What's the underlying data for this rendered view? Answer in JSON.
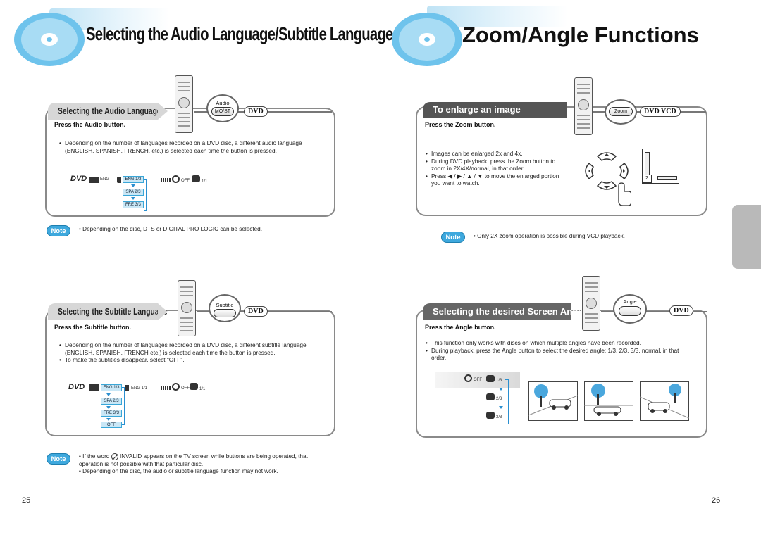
{
  "left_page": {
    "title": "Selecting the Audio Language/Subtitle Language",
    "page_number": "25",
    "audio_section": {
      "tab_label": "Selecting the Audio Language",
      "button_caption": "Audio",
      "button_label": "MO/ST",
      "disc_badge": "DVD",
      "instruction": "Press the Audio button.",
      "bullets": [
        "Depending on the number of languages recorded on a DVD disc, a different audio language (ENGLISH, SPANISH, FRENCH, etc.) is selected each time the button is pressed."
      ],
      "osd": {
        "lang_prefix": "ENG",
        "options": [
          "ENG 1/3",
          "SPA 2/3",
          "FRE 3/3"
        ],
        "subtitle_status": "OFF",
        "angle_status": "1/1"
      },
      "note": "Depending on the disc, DTS or DIGITAL PRO LOGIC can be selected."
    },
    "subtitle_section": {
      "tab_label": "Selecting the Subtitle Language",
      "button_caption": "Subtitle",
      "disc_badge": "DVD",
      "instruction": "Press the Subtitle button.",
      "bullets": [
        "Depending on the number of languages recorded on a DVD disc, a different subtitle language (ENGLISH, SPANISH, FRENCH etc.) is selected each time the button is pressed.",
        "To make the subtitles disappear, select \"OFF\"."
      ],
      "osd": {
        "options": [
          "ENG 1/3",
          "SPA 2/3",
          "FRE 3/3",
          "OFF"
        ],
        "audio_status": "ENG 1/1",
        "subtitle_status": "OFF",
        "angle_status": "1/1"
      },
      "notes": [
        "If the word",
        "INVALID appears on the TV screen while buttons are being operated, that operation is not possible with that particular disc.",
        "Depending on the disc, the audio or subtitle language function may not work."
      ]
    },
    "note_label": "Note"
  },
  "right_page": {
    "title": "Zoom/Angle Functions",
    "page_number": "26",
    "zoom_section": {
      "tab_label": "To enlarge an image",
      "button_label": "Zoom",
      "disc_badge": "DVD VCD",
      "instruction": "Press the Zoom button.",
      "bullets": [
        "Images can be enlarged 2x and 4x.",
        "During DVD playback, press the Zoom button to zoom in 2X/4X/normal, in that order.",
        "Press ◀ / ▶ / ▲ / ▼ to move the enlarged portion you want to watch."
      ],
      "zoom_marker": "2",
      "note": "Only 2X zoom operation is possible during VCD playback."
    },
    "angle_section": {
      "tab_label": "Selecting the desired Screen Angle",
      "button_caption": "Angle",
      "disc_badge": "DVD",
      "instruction": "Press the Angle button.",
      "bullets": [
        "This function only works with discs on which multiple angles have been recorded.",
        "During playback, press the Angle button to select the desired angle: 1/3, 2/3, 3/3, normal, in that order."
      ],
      "osd": {
        "subtitle_status": "OFF",
        "options": [
          "1/3",
          "2/3",
          "3/3"
        ]
      }
    },
    "note_label": "Note"
  },
  "colors": {
    "accent_blue": "#3ea8dd",
    "osd_highlight": "#c9e7f6",
    "tab_dark": "#555555",
    "tab_gray": "#d7d7d7",
    "box_border": "#8a8a8a"
  }
}
